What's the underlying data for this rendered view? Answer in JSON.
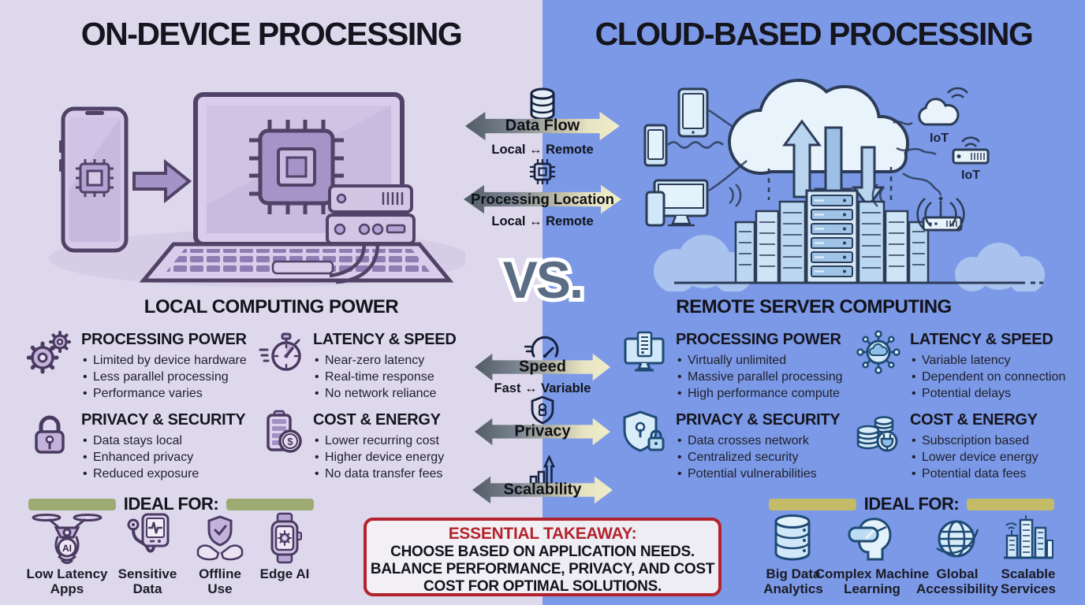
{
  "left": {
    "title": "ON-DEVICE PROCESSING",
    "caption": "LOCAL COMPUTING POWER",
    "features": [
      {
        "title": "PROCESSING POWER",
        "icon": "gears-icon",
        "bullets": [
          "Limited by device hardware",
          "Less parallel processing",
          "Performance varies"
        ]
      },
      {
        "title": "LATENCY & SPEED",
        "icon": "stopwatch-icon",
        "bullets": [
          "Near-zero latency",
          "Real-time response",
          "No network reliance"
        ]
      },
      {
        "title": "PRIVACY & SECURITY",
        "icon": "padlock-icon",
        "bullets": [
          "Data stays local",
          "Enhanced privacy",
          "Reduced exposure"
        ]
      },
      {
        "title": "COST & ENERGY",
        "icon": "battery-dollar-icon",
        "bullets": [
          "Lower recurring cost",
          "Higher device energy",
          "No data transfer fees"
        ]
      }
    ],
    "ideal_for": {
      "label": "IDEAL FOR:",
      "items": [
        {
          "label": "Low Latency Apps",
          "icon": "drone-icon"
        },
        {
          "label": "Sensitive Data",
          "icon": "medical-monitor-icon"
        },
        {
          "label": "Offline Use",
          "icon": "hands-shield-icon"
        },
        {
          "label": "Edge AI",
          "icon": "smartwatch-icon"
        }
      ]
    }
  },
  "right": {
    "title": "CLOUD-BASED PROCESSING",
    "caption": "REMOTE SERVER COMPUTING",
    "features": [
      {
        "title": "PROCESSING POWER",
        "icon": "monitor-server-icon",
        "bullets": [
          "Virtually unlimited",
          "Massive parallel processing",
          "High performance compute"
        ]
      },
      {
        "title": "LATENCY & SPEED",
        "icon": "cloud-network-icon",
        "bullets": [
          "Variable latency",
          "Dependent on connection",
          "Potential delays"
        ]
      },
      {
        "title": "PRIVACY & SECURITY",
        "icon": "shield-lock-icon",
        "bullets": [
          "Data crosses network",
          "Centralized security",
          "Potential vulnerabilities"
        ]
      },
      {
        "title": "COST & ENERGY",
        "icon": "coins-plug-icon",
        "bullets": [
          "Subscription based",
          "Lower device energy",
          "Potential data fees"
        ]
      }
    ],
    "ideal_for": {
      "label": "IDEAL FOR:",
      "items": [
        {
          "label": "Big Data Analytics",
          "icon": "big-data-icon"
        },
        {
          "label": "Complex Machine Learning",
          "icon": "vr-head-icon"
        },
        {
          "label": "Global Accessibility",
          "icon": "globe-icon"
        },
        {
          "label": "Scalable Services",
          "icon": "city-icon"
        }
      ]
    }
  },
  "center": {
    "vs": "VS.",
    "comparisons": [
      {
        "label": "Data Flow",
        "sub": "Local ↔ Remote",
        "icon": "database-icon"
      },
      {
        "label": "Processing Location",
        "sub": "Local ↔ Remote",
        "icon": "chip-icon"
      },
      {
        "label": "Speed",
        "sub": "Fast ↔ Variable",
        "icon": "speedometer-icon"
      },
      {
        "label": "Privacy",
        "sub": "",
        "icon": "shield-icon"
      },
      {
        "label": "Scalability",
        "sub": "",
        "icon": "growth-icon"
      }
    ],
    "takeaway": {
      "title": "ESSENTIAL TAKEAWAY:",
      "lines": [
        "CHOOSE BASED ON APPLICATION NEEDS.",
        "BALANCE PERFORMANCE, PRIVACY, AND COST",
        "COST FOR OPTIMAL SOLUTIONS."
      ]
    }
  },
  "glyphs": {
    "iot1": "IoT",
    "iot2": "IoT",
    "ai": "AI",
    "dollar": "$"
  },
  "colors": {
    "left_bg": "#ded8ec",
    "right_bg": "#7b99e6",
    "arrow_dark": "#525c66",
    "arrow_light": "#f0edca",
    "bar_olive": "#9dab73",
    "bar_gold": "#c4bb68",
    "takeaway_red": "#b3232e",
    "vs_text": "#5b6d85",
    "left_icon_stroke": "#4a3a61",
    "right_icon_stroke": "#1d4a74"
  }
}
